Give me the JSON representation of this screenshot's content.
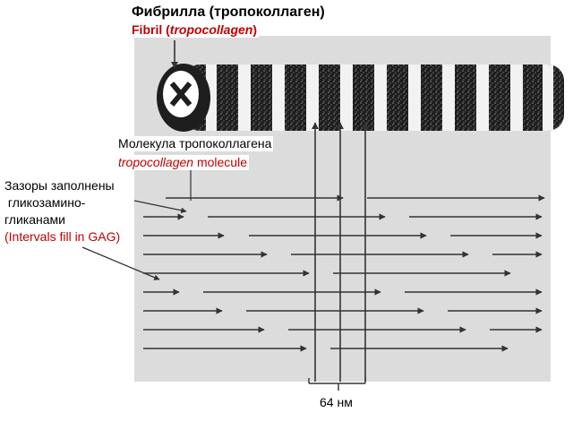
{
  "fibril": {
    "title_ru": "Фибрилла (тропоколлаген)",
    "title_en_prefix": "Fibril (",
    "title_en_italic": "tropocollagen",
    "title_en_suffix": ")"
  },
  "molecule": {
    "label_ru": "Молекула тропоколлагена",
    "label_en_italic": "tropocollagen",
    "label_en_suffix": " molecule"
  },
  "gaps": {
    "line1": "Зазоры заполнены",
    "line2": " гликозамино-",
    "line3": "гликанами",
    "line4": "(Intervals fill in GAG)"
  },
  "period": {
    "label": "64 нм"
  },
  "colors": {
    "accent_red": "#c00000",
    "panel_gray": "#dcdcdc",
    "ink": "#333333"
  }
}
